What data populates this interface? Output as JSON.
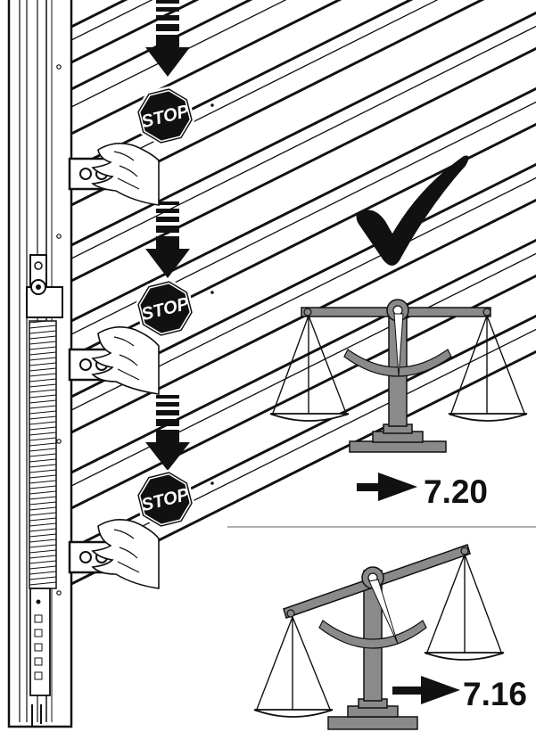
{
  "colors": {
    "ink": "#111111",
    "paper": "#ffffff",
    "scale_gray": "#8a8a8a",
    "scale_dark": "#555555",
    "divider": "#b0b0b0"
  },
  "stop_signs": [
    {
      "text": "STOP",
      "icon": "stop-sign-icon"
    },
    {
      "text": "STOP",
      "icon": "stop-sign-icon"
    },
    {
      "text": "STOP",
      "icon": "stop-sign-icon"
    }
  ],
  "check_icon": "checkmark-icon",
  "balance": {
    "icon": "balance-scale-icon",
    "value": "7.20",
    "arrow_icon": "right-arrow-icon"
  },
  "imbalance": {
    "icon": "tilted-scale-icon",
    "value": "7.16",
    "arrow_icon": "right-arrow-icon"
  }
}
